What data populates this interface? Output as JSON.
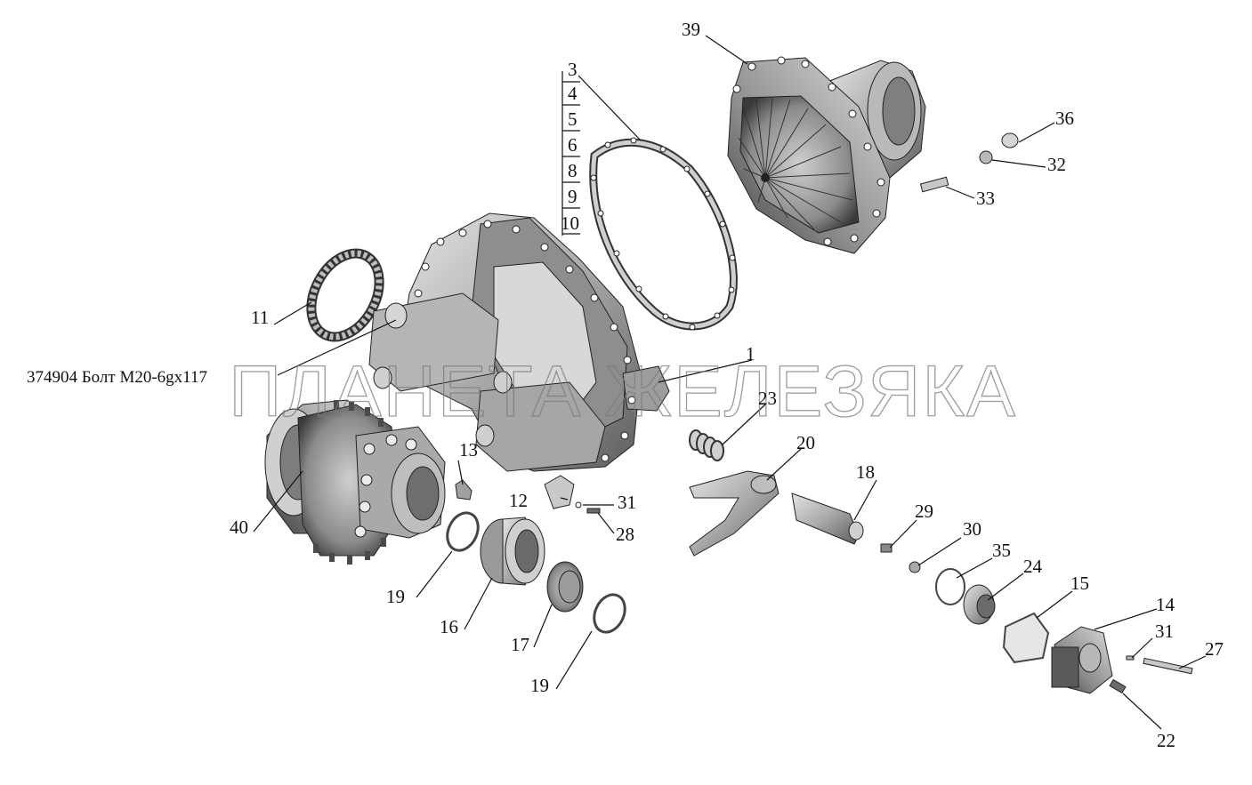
{
  "watermark": "ПЛАНЕТА ЖЕЛЕЗЯКА",
  "bolt_callout": "374904 Болт М20-6gx117",
  "stack_labels": [
    "3",
    "4",
    "5",
    "6",
    "8",
    "9",
    "10"
  ],
  "labels": {
    "p1": "1",
    "p11": "11",
    "p12": "12",
    "p13": "13",
    "p14": "14",
    "p15": "15",
    "p16": "16",
    "p17": "17",
    "p18": "18",
    "p19a": "19",
    "p19b": "19",
    "p20": "20",
    "p22": "22",
    "p23": "23",
    "p24": "24",
    "p27": "27",
    "p28": "28",
    "p29": "29",
    "p30": "30",
    "p31a": "31",
    "p31b": "31",
    "p32": "32",
    "p33": "33",
    "p35": "35",
    "p36": "36",
    "p39": "39",
    "p40": "40"
  },
  "colors": {
    "metal_light": "#c9c9c9",
    "metal_mid": "#9a9a9a",
    "metal_dark": "#555555",
    "outline": "#222222"
  }
}
